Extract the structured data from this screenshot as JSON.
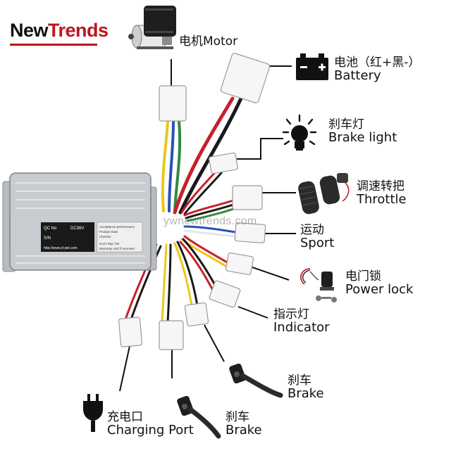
{
  "brand": {
    "part1": "New",
    "part2": "Trends"
  },
  "watermark": "ywnewtrends.com",
  "controller": {
    "label_qc": "QC No",
    "label_voltage": "DC36V",
    "label_sn": "S/N",
    "sticker_lines": [
      "Acceptance performance",
      "Product Date",
      "Checker"
    ],
    "sticker_note": [
      "Don't Rap Tier",
      "Warranty void if removed"
    ],
    "url": "http://www.yl-pet.com"
  },
  "labels": {
    "motor": {
      "cn": "电机",
      "en": "Motor"
    },
    "battery": {
      "cn": "电池（红+黑-）",
      "en": "Battery"
    },
    "brake_light": {
      "cn": "刹车灯",
      "en": "Brake light"
    },
    "throttle": {
      "cn": "调速转把",
      "en": "Throttle"
    },
    "sport": {
      "cn": "运动",
      "en": "Sport"
    },
    "power_lock": {
      "cn": "电门锁",
      "en": "Power lock"
    },
    "indicator": {
      "cn": "指示灯",
      "en": "Indicator"
    },
    "brake_right": {
      "cn": "刹车",
      "en": "Brake"
    },
    "brake_bottom": {
      "cn": "刹车",
      "en": "Brake"
    },
    "charging_port": {
      "cn": "充电口",
      "en": "Charging Port"
    }
  },
  "colors": {
    "brand_red": "#c0141c",
    "wire_red": "#c8202a",
    "wire_black": "#1a1a1a",
    "wire_yellow": "#e8c81c",
    "wire_blue": "#2b4fb8",
    "wire_green": "#2f8a3c",
    "wire_white": "#e6e6e6",
    "controller_body": "#c8ccd0",
    "connector": "#f6f6f6"
  }
}
